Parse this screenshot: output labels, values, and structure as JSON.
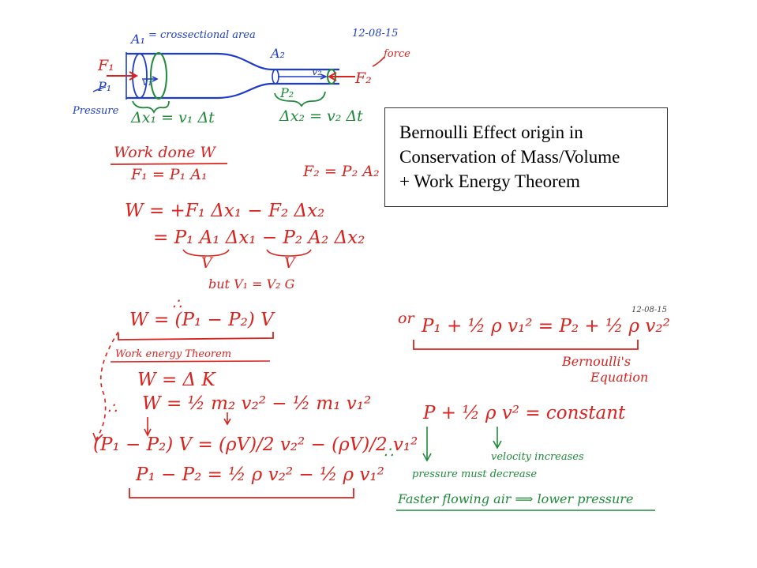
{
  "pipe": {
    "date": "12-08-15",
    "label_A1": "A₁",
    "cross_section": "= crossectional area",
    "label_A2": "A₂",
    "force_note": "force",
    "label_F1": "F₁",
    "label_F2": "F₂",
    "label_P1": "P₁",
    "label_v1": "v₁",
    "label_v2": "v₂",
    "label_P2": "P₂",
    "pressure_note": "Pressure",
    "dx1": "Δx₁ = v₁ Δt",
    "dx2": "Δx₂ = v₂ Δt"
  },
  "textbox": {
    "line1": "Bernoulli Effect origin in",
    "line2": "Conservation of Mass/Volume",
    "line3": " + Work Energy Theorem"
  },
  "derivation": {
    "work_heading": "Work done  W",
    "f1": "F₁ =  P₁ A₁",
    "f2": "F₂ = P₂ A₂",
    "w_line1": "W = +F₁ Δx₁ − F₂ Δx₂",
    "w_line2": "=  P₁ A₁ Δx₁ − P₂ A₂  Δx₂",
    "v_under1": "V",
    "v_under2": "V",
    "but_line": "but V₁ = V₂  G",
    "therefore1": "∴",
    "w_result": "W = (P₁ − P₂) V",
    "wet_heading": "Work energy Theorem",
    "w_dk": "W = Δ K",
    "therefore2": "∴",
    "w_kinetic": "W = ½ m₂ v₂² − ½ m₁ v₁²",
    "pv_eq": "(P₁ − P₂) V =  (ρV)/2 v₂² − (ρV)/2 v₁²",
    "final_eq": "P₁ − P₂ = ½ ρ v₂² − ½ ρ v₁²"
  },
  "bernoulli": {
    "or_label": "or",
    "eq": "P₁ + ½ ρ v₁² = P₂ + ½ ρ v₂²",
    "label1": "Bernoulli's",
    "label2": "Equation",
    "therefore": "∴",
    "constant_eq": "P + ½ ρ v² = constant",
    "velocity_note": "velocity increases",
    "pressure_note": "pressure must decrease",
    "conclusion": "Faster flowing air ⟹ lower pressure",
    "corner_mark": "12-08-15"
  },
  "colors": {
    "blue_ink": "#1e3cc8",
    "red_ink": "#d8231f",
    "green_ink": "#1f8a3a"
  }
}
